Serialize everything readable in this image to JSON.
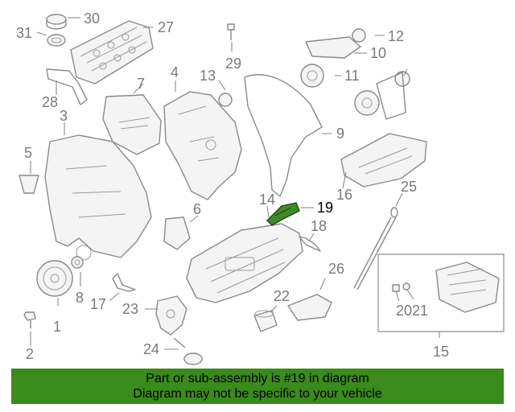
{
  "callouts": {
    "c1": "1",
    "c2": "2",
    "c3": "3",
    "c4": "4",
    "c5": "5",
    "c6": "6",
    "c7": "7",
    "c8": "8",
    "c9": "9",
    "c10": "10",
    "c11": "11",
    "c12": "12",
    "c13": "13",
    "c14": "14",
    "c15": "15",
    "c16": "16",
    "c17": "17",
    "c18": "18",
    "c19": "19",
    "c2021": "2021",
    "c22": "22",
    "c23": "23",
    "c24": "24",
    "c25": "25",
    "c26": "26",
    "c27": "27",
    "c28": "28",
    "c29": "29",
    "c30": "30",
    "c31": "31"
  },
  "highlight": {
    "callout": "19",
    "color": "#3f8a2a"
  },
  "banner": {
    "line1": "Part or sub-assembly is #19 in diagram",
    "line2": "Diagram may not be specific to your vehicle",
    "color": "#3a8a1c"
  }
}
